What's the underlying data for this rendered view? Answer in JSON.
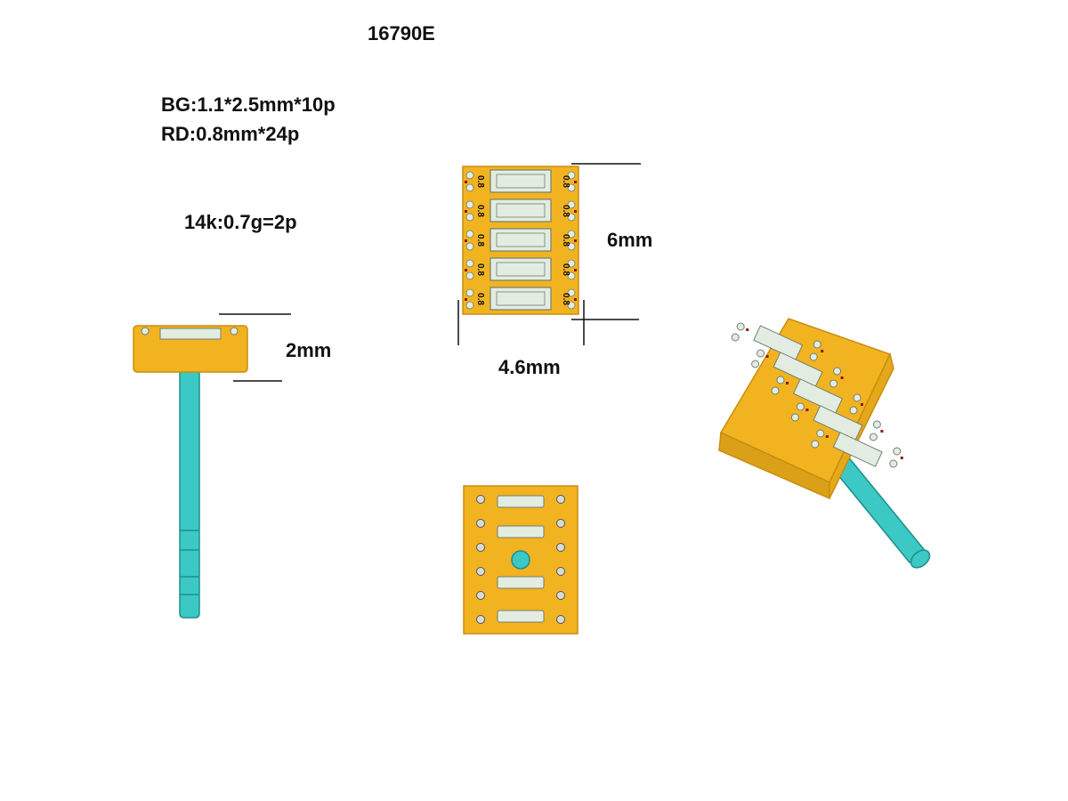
{
  "header": {
    "model_code": "16790E"
  },
  "specs": {
    "baguette": "BG:1.1*2.5mm*10p",
    "round": "RD:0.8mm*24p",
    "metal": "14k:0.7g=2p"
  },
  "dimensions": {
    "height": "6mm",
    "width": "4.6mm",
    "thickness": "2mm"
  },
  "stone_marks": {
    "round_size": "0.8"
  },
  "colors": {
    "gold": "#f2b320",
    "gold_dark": "#c98d10",
    "post": "#3cc8c4",
    "post_dark": "#1f8f8c",
    "stone": "#e3ece0",
    "stone_edge": "#6f7f74",
    "prong": "#8b1a0e"
  }
}
